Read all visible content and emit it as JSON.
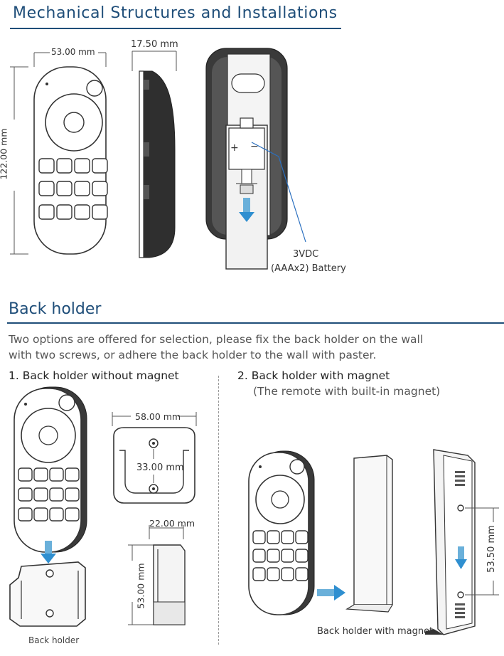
{
  "headings": {
    "main": "Mechanical Structures and Installations",
    "back_holder": "Back holder"
  },
  "description": {
    "line1": "Two options are offered for selection, please fix the back holder on the wall",
    "line2": "with two screws, or adhere the back holder to the wall with paster."
  },
  "options": {
    "option1": "1. Back holder without magnet",
    "option2": "2. Back holder with magnet",
    "option2_note": "(The remote with built-in magnet)"
  },
  "dimensions": {
    "remote_width": "53.00 mm",
    "remote_height": "122.00 mm",
    "remote_depth": "17.50 mm",
    "holder_width": "58.00 mm",
    "holder_screw_spacing": "33.00 mm",
    "holder_depth": "22.00 mm",
    "holder_height": "53.00 mm",
    "magnet_spacing": "53.50 mm"
  },
  "battery": {
    "voltage": "3VDC",
    "type": "(AAAx2) Battery",
    "plus": "+",
    "minus": "−"
  },
  "captions": {
    "back_holder": "Back holder",
    "back_holder_magnet": "Back holder with magnet"
  }
}
